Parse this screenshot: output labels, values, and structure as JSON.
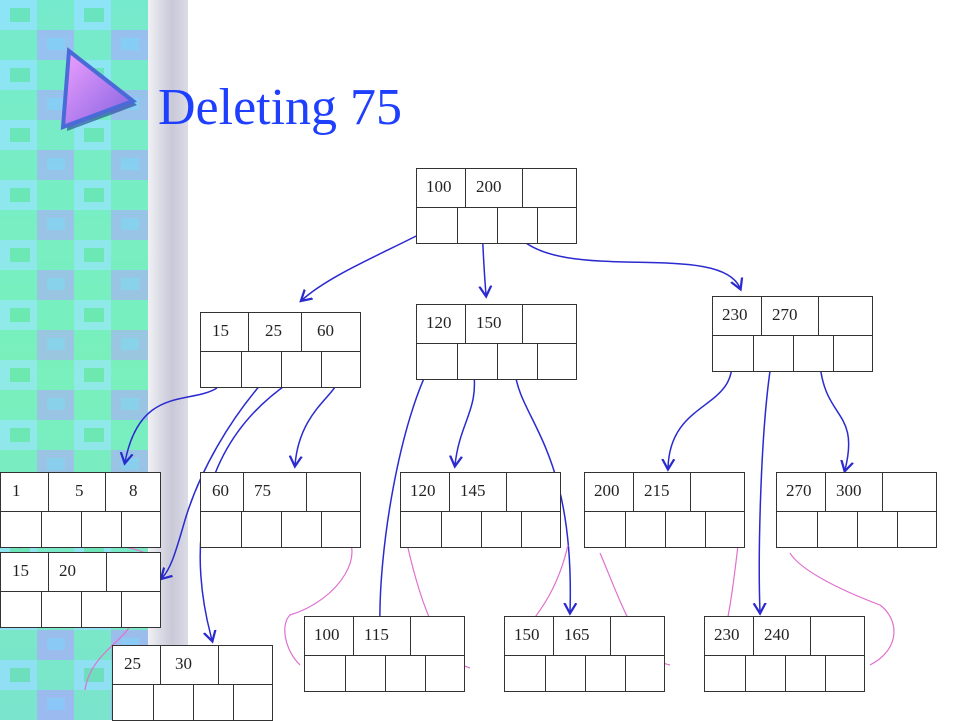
{
  "slide": {
    "title": "Deleting 75"
  },
  "colors": {
    "title": "#1f3fff",
    "pen_blue": "#2a2ad0",
    "pen_pink": "#e070d0",
    "node_border": "#333333"
  },
  "nodes": [
    {
      "id": "root",
      "keys": [
        "100",
        "200"
      ]
    },
    {
      "id": "n-15-25-60",
      "keys": [
        "15",
        "25",
        "60"
      ]
    },
    {
      "id": "n-120-150",
      "keys": [
        "120",
        "150"
      ]
    },
    {
      "id": "n-230-270",
      "keys": [
        "230",
        "270"
      ]
    },
    {
      "id": "leaf-1-5-8",
      "keys": [
        "1",
        "5",
        "8"
      ]
    },
    {
      "id": "leaf-60-75",
      "keys": [
        "60",
        "75"
      ]
    },
    {
      "id": "leaf-120-145",
      "keys": [
        "120",
        "145"
      ]
    },
    {
      "id": "leaf-200-215",
      "keys": [
        "200",
        "215"
      ]
    },
    {
      "id": "leaf-270-300",
      "keys": [
        "270",
        "300"
      ]
    },
    {
      "id": "leaf-15-20",
      "keys": [
        "15",
        "20"
      ]
    },
    {
      "id": "leaf-100-115",
      "keys": [
        "100",
        "115"
      ]
    },
    {
      "id": "leaf-150-165",
      "keys": [
        "150",
        "165"
      ]
    },
    {
      "id": "leaf-230-240",
      "keys": [
        "230",
        "240"
      ]
    },
    {
      "id": "leaf-25-30",
      "keys": [
        "25",
        "30"
      ]
    }
  ]
}
